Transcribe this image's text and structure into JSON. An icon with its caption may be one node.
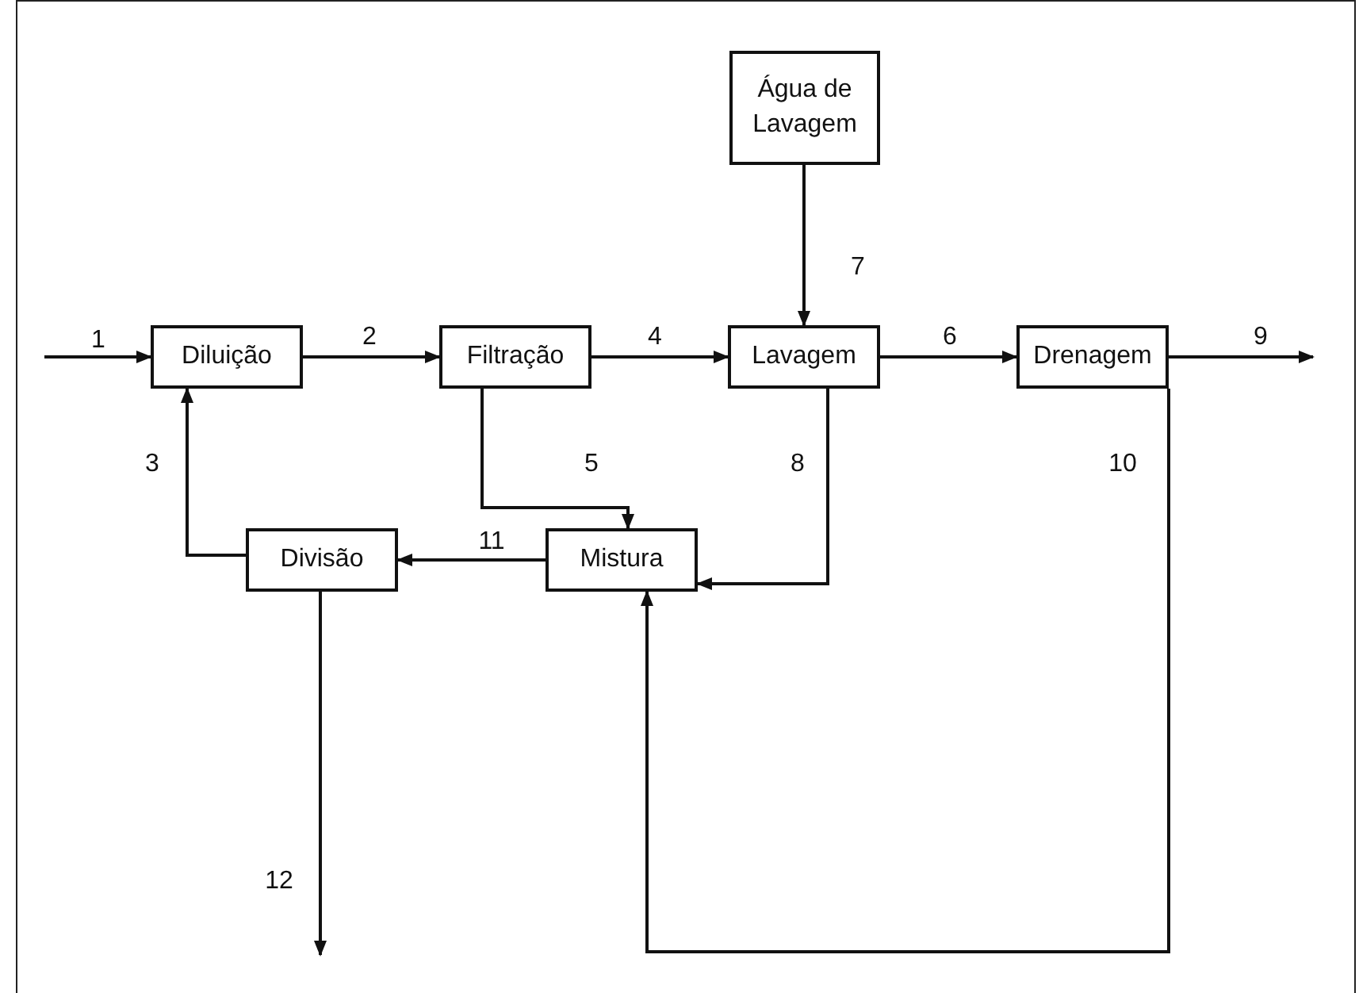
{
  "diagram": {
    "nodes": [
      {
        "text": [
          "Água de Lavagem"
        ]
      },
      {
        "text": [
          "Diluição"
        ]
      },
      {
        "text": [
          "Filtração"
        ]
      },
      {
        "text": [
          "Lavagem"
        ]
      },
      {
        "text": [
          "Drenagem"
        ]
      },
      {
        "text": [
          "Divisão"
        ]
      },
      {
        "text": [
          "Mistura"
        ]
      }
    ],
    "edges": [
      {
        "from": null,
        "to": 1,
        "arrow": "to",
        "label": "1"
      },
      {
        "from": 1,
        "to": 2,
        "arrow": "to",
        "label": "2"
      },
      {
        "from": 2,
        "to": 3,
        "arrow": "to",
        "label": "4"
      },
      {
        "from": 3,
        "to": 4,
        "arrow": "to",
        "label": "6"
      },
      {
        "from": 4,
        "to": null,
        "arrow": "to",
        "label": "9"
      },
      {
        "from": 0,
        "to": 3,
        "arrow": "to",
        "label": "7"
      },
      {
        "from": 2,
        "to": 6,
        "arrow": "to",
        "label": "5"
      },
      {
        "from": 3,
        "to": 6,
        "arrow": "to",
        "label": "8"
      },
      {
        "from": 4,
        "to": 6,
        "arrow": "to",
        "label": "10"
      },
      {
        "from": 6,
        "to": 5,
        "arrow": "to",
        "label": "11"
      },
      {
        "from": 5,
        "to": 1,
        "arrow": "to",
        "label": "3"
      },
      {
        "from": 5,
        "to": null,
        "arrow": "to",
        "label": "12"
      }
    ]
  }
}
